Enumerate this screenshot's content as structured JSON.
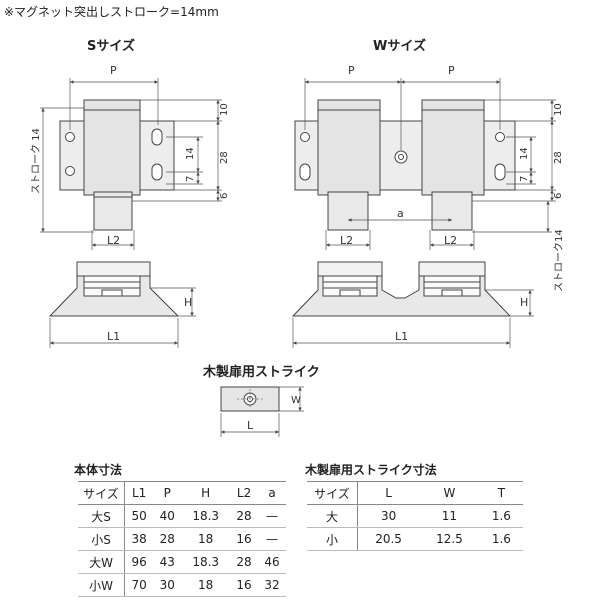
{
  "header_note": "※マグネット突出しストローク=14mm",
  "s_title": "Sサイズ",
  "w_title": "Wサイズ",
  "strike_title": "木製扉用ストライク",
  "dims": {
    "P": "P",
    "a": "a",
    "L1": "L1",
    "L2": "L2",
    "H": "H",
    "L": "L",
    "W": "W",
    "d10": "10",
    "d14": "14",
    "d28": "28",
    "d7": "7",
    "d6": "6",
    "stroke_left": "ストローク 14",
    "stroke_right": "ストローク14"
  },
  "body_table": {
    "title": "本体寸法",
    "headers": [
      "サイズ",
      "L1",
      "P",
      "H",
      "L2",
      "a"
    ],
    "rows": [
      [
        "大S",
        "50",
        "40",
        "18.3",
        "28",
        "—"
      ],
      [
        "小S",
        "38",
        "28",
        "18",
        "16",
        "—"
      ],
      [
        "大W",
        "96",
        "43",
        "18.3",
        "28",
        "46"
      ],
      [
        "小W",
        "70",
        "30",
        "18",
        "16",
        "32"
      ]
    ]
  },
  "strike_table": {
    "title": "木製扉用ストライク寸法",
    "headers": [
      "サイズ",
      "L",
      "W",
      "T"
    ],
    "rows": [
      [
        "大",
        "30",
        "11",
        "1.6"
      ],
      [
        "小",
        "20.5",
        "12.5",
        "1.6"
      ]
    ]
  }
}
